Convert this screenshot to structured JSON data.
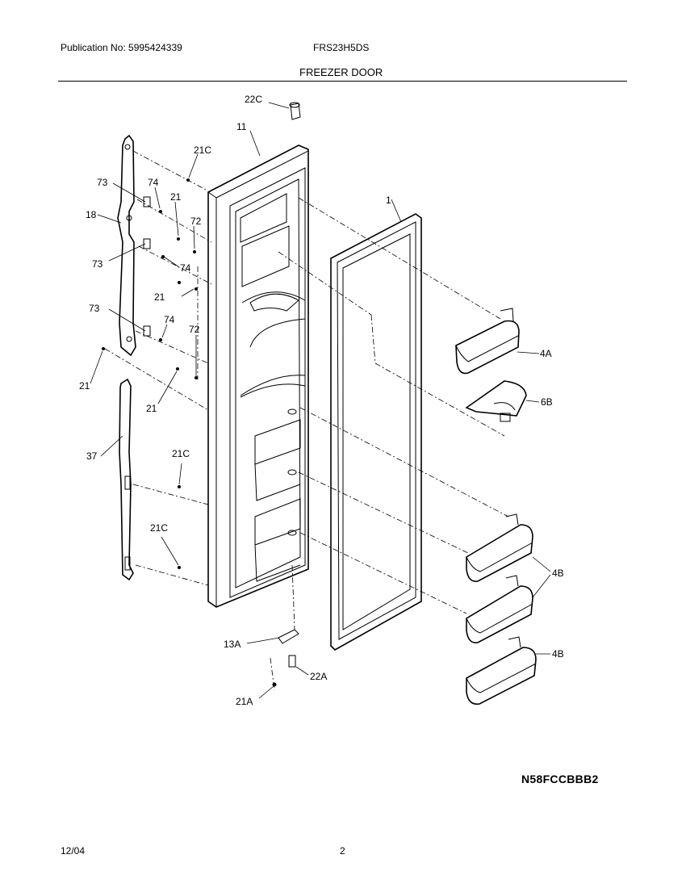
{
  "header": {
    "publication": "Publication No: 5995424339",
    "model": "FRS23H5DS",
    "section_title": "FREEZER DOOR"
  },
  "callouts": {
    "c22C_top": "22C",
    "c11": "11",
    "c21C_top": "21C",
    "c73_a": "73",
    "c74_a": "74",
    "c21_a": "21",
    "c72_a": "72",
    "c18": "18",
    "c73_b": "73",
    "c74_b": "74",
    "c21_b": "21",
    "c73_c": "73",
    "c74_c": "74",
    "c72_b": "72",
    "c21_c": "21",
    "c21_d": "21",
    "c1": "1",
    "c4A": "4A",
    "c6B": "6B",
    "c37": "37",
    "c21C_mid": "21C",
    "c21C_low": "21C",
    "c4B_a": "4B",
    "c4B_b": "4B",
    "c13A": "13A",
    "c22A": "22A",
    "c21A": "21A"
  },
  "footer": {
    "diagram_code": "N58FCCBBB2",
    "date": "12/04",
    "page_number": "2"
  }
}
